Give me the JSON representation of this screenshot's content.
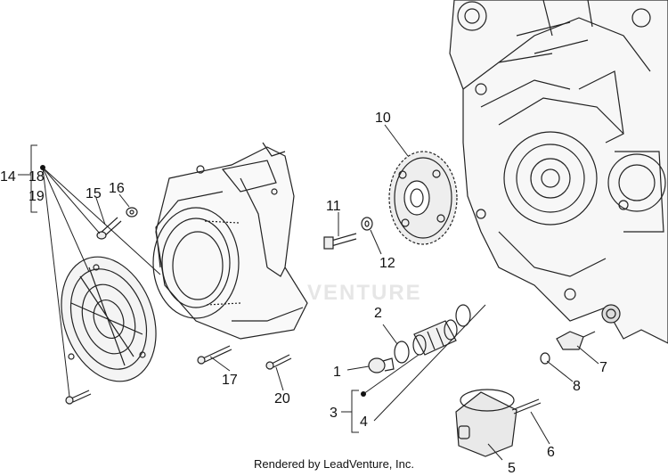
{
  "diagram": {
    "watermark": "VENTURE",
    "footer": "Rendered by LeadVenture, Inc.",
    "callouts": [
      {
        "id": "c1",
        "label": "1"
      },
      {
        "id": "c2",
        "label": "2"
      },
      {
        "id": "c3",
        "label": "3"
      },
      {
        "id": "c4",
        "label": "4"
      },
      {
        "id": "c5",
        "label": "5"
      },
      {
        "id": "c6",
        "label": "6"
      },
      {
        "id": "c7",
        "label": "7"
      },
      {
        "id": "c8",
        "label": "8"
      },
      {
        "id": "c10",
        "label": "10"
      },
      {
        "id": "c11",
        "label": "11"
      },
      {
        "id": "c12",
        "label": "12"
      },
      {
        "id": "c14",
        "label": "14"
      },
      {
        "id": "c15",
        "label": "15"
      },
      {
        "id": "c16",
        "label": "16"
      },
      {
        "id": "c17",
        "label": "17"
      },
      {
        "id": "c18",
        "label": "18"
      },
      {
        "id": "c19",
        "label": "19"
      },
      {
        "id": "c20",
        "label": "20"
      }
    ]
  }
}
